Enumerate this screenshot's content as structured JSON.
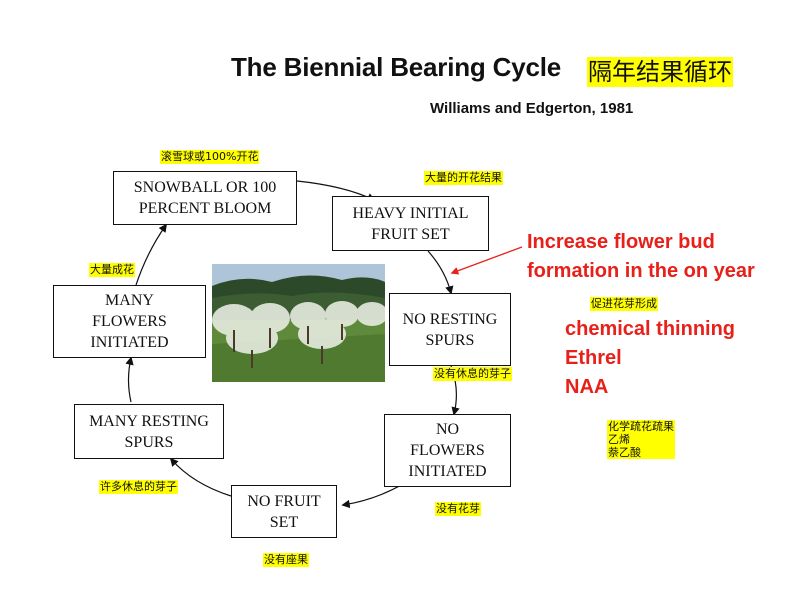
{
  "title": "The Biennial Bearing Cycle",
  "title_cn": "隔年结果循环",
  "author": "Williams and Edgerton, 1981",
  "boxes": {
    "snowball": "SNOWBALL OR 100\nPERCENT BLOOM",
    "heavy_set": "HEAVY INITIAL\nFRUIT SET",
    "no_resting": "NO RESTING\nSPURS",
    "no_flowers": "NO\nFLOWERS\nINITIATED",
    "no_fruit": "NO FRUIT\nSET",
    "many_resting": "MANY RESTING\nSPURS",
    "many_flowers": "MANY\nFLOWERS\nINITIATED"
  },
  "labels_cn": {
    "snowball": "滚雪球或100%开花",
    "heavy_set": "大量的开花结果",
    "many_flowers": "大量成花",
    "no_resting": "没有休息的芽子",
    "no_flowers": "没有花芽",
    "many_resting": "许多休息的芽子",
    "no_fruit": "没有座果",
    "promote": "促进花芽形成",
    "methods": [
      "化学疏花疏果",
      "乙烯",
      "萘乙酸"
    ]
  },
  "annotation": {
    "line1": "Increase flower bud",
    "line2": "formation in the on year",
    "arrow_color": "#e8201a"
  },
  "methods": [
    "chemical thinning",
    "Ethrel",
    "NAA"
  ],
  "colors": {
    "highlight": "#ffff00",
    "accent_red": "#e8201a"
  }
}
